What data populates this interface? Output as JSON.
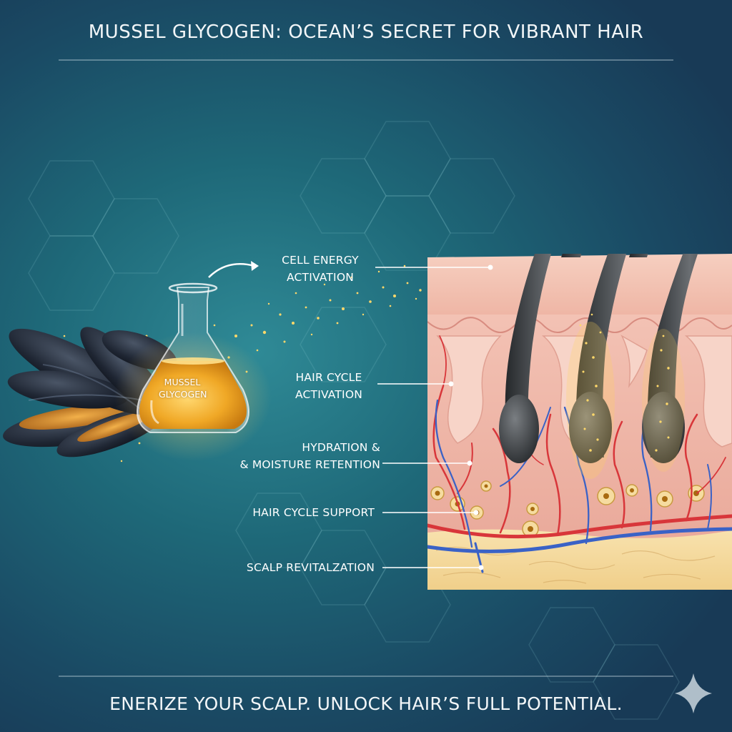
{
  "title": "MUSSEL GLYCOGEN: OCEAN’S SECRET FOR VIBRANT HAIR",
  "flask_label": [
    "MUSSEL",
    "GLYCOGEN"
  ],
  "labels": [
    {
      "id": "cell-energy",
      "lines": [
        "CELL ENERGY",
        "ACTIVATION"
      ]
    },
    {
      "id": "hair-cycle-activation",
      "lines": [
        "HAIR CYCLE",
        "ACTIVATION"
      ]
    },
    {
      "id": "hydration",
      "lines": [
        "HYDRATION &",
        "& MOISTURE RETENTION"
      ]
    },
    {
      "id": "hair-cycle-support",
      "lines": [
        "HAIR CYCLE SUPPORT"
      ]
    },
    {
      "id": "scalp-revitalization",
      "lines": [
        "SCALP REVITALZATION"
      ]
    }
  ],
  "footer": "ENERIZE YOUR SCALP. UNLOCK HAIR’S FULL POTENTIAL.",
  "icons": [
    "sparkle-icon",
    "arrow-icon"
  ],
  "colors": {
    "background": "#1e6878",
    "text": "#ffffff",
    "glycogen": "#f3b43a",
    "skin": "#f2bfae",
    "fat_layer": "#f6dca0",
    "artery": "#d8363a",
    "vein": "#3a62c6",
    "hair": "#3a3d40"
  }
}
